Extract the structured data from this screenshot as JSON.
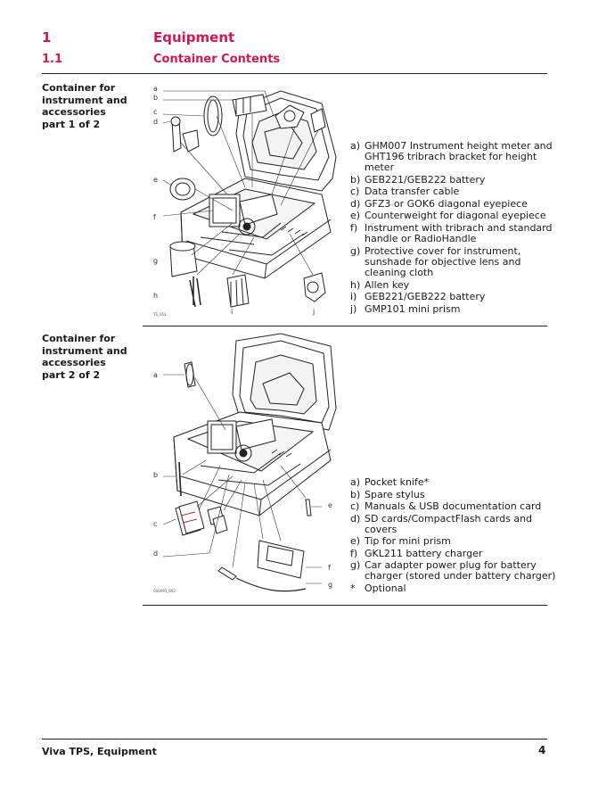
{
  "chapter": {
    "number": "1",
    "title": "Equipment"
  },
  "section": {
    "number": "1.1",
    "title": "Container Contents"
  },
  "part1": {
    "heading": [
      "Container for",
      "instrument and",
      "accessories",
      "part 1 of 2"
    ],
    "figure_code": "TS_052",
    "callouts": [
      "a",
      "b",
      "c",
      "d",
      "e",
      "f",
      "g",
      "h",
      "i",
      "j"
    ],
    "items": [
      {
        "key": "a)",
        "text": "GHM007 Instrument height meter and GHT196 tribrach bracket for height meter"
      },
      {
        "key": "b)",
        "text": "GEB221/GEB222 battery"
      },
      {
        "key": "c)",
        "text": "Data transfer cable"
      },
      {
        "key": "d)",
        "text": "GFZ3 or GOK6 diagonal eyepiece"
      },
      {
        "key": "e)",
        "text": "Counterweight for diagonal eyepiece"
      },
      {
        "key": "f)",
        "text": "Instrument with tribrach and standard handle or RadioHandle"
      },
      {
        "key": "g)",
        "text": "Protective cover for instrument, sunshade for objective lens and cleaning cloth"
      },
      {
        "key": "h)",
        "text": "Allen key"
      },
      {
        "key": "i)",
        "text": "GEB221/GEB222 battery"
      },
      {
        "key": "j)",
        "text": "GMP101 mini prism"
      }
    ]
  },
  "part2": {
    "heading": [
      "Container for",
      "instrument and",
      "accessories",
      "part 2 of 2"
    ],
    "figure_code": "000095_002",
    "callouts": [
      "a",
      "b",
      "c",
      "d",
      "e",
      "f",
      "g"
    ],
    "items": [
      {
        "key": "a)",
        "text": "Pocket knife*"
      },
      {
        "key": "b)",
        "text": "Spare stylus"
      },
      {
        "key": "c)",
        "text": "Manuals & USB documentation card"
      },
      {
        "key": "d)",
        "text": "SD cards/CompactFlash cards and covers"
      },
      {
        "key": "e)",
        "text": "Tip for mini prism"
      },
      {
        "key": "f)",
        "text": "GKL211 battery charger"
      },
      {
        "key": "g)",
        "text": "Car adapter power plug for battery charger (stored under battery charger)"
      },
      {
        "key": "*",
        "text": "Optional"
      }
    ]
  },
  "footer": {
    "left": "Viva TPS, Equipment",
    "page": "4"
  },
  "colors": {
    "accent": "#d5174f",
    "text": "#1a1a1a",
    "rule": "#222222"
  }
}
